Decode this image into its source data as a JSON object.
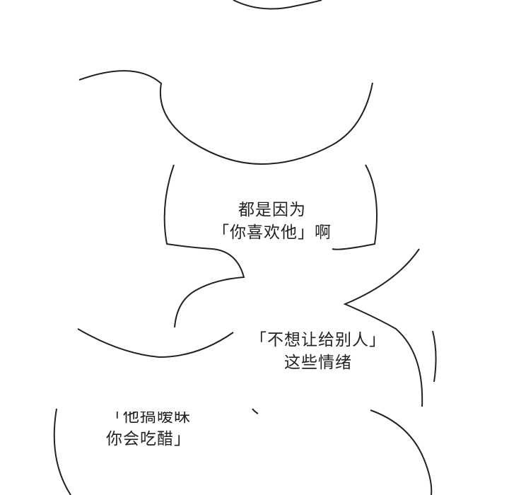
{
  "panel": {
    "background_color": "#ffffff",
    "line_color": "#222222"
  },
  "bubbles": [
    {
      "lines": [
        "都是因为",
        "「你喜欢他」啊"
      ]
    },
    {
      "lines": [
        "「不想让给别人」",
        "这些情绪"
      ]
    },
    {
      "lines": [
        "「他搞暧昧",
        "你会吃醋」"
      ]
    }
  ]
}
